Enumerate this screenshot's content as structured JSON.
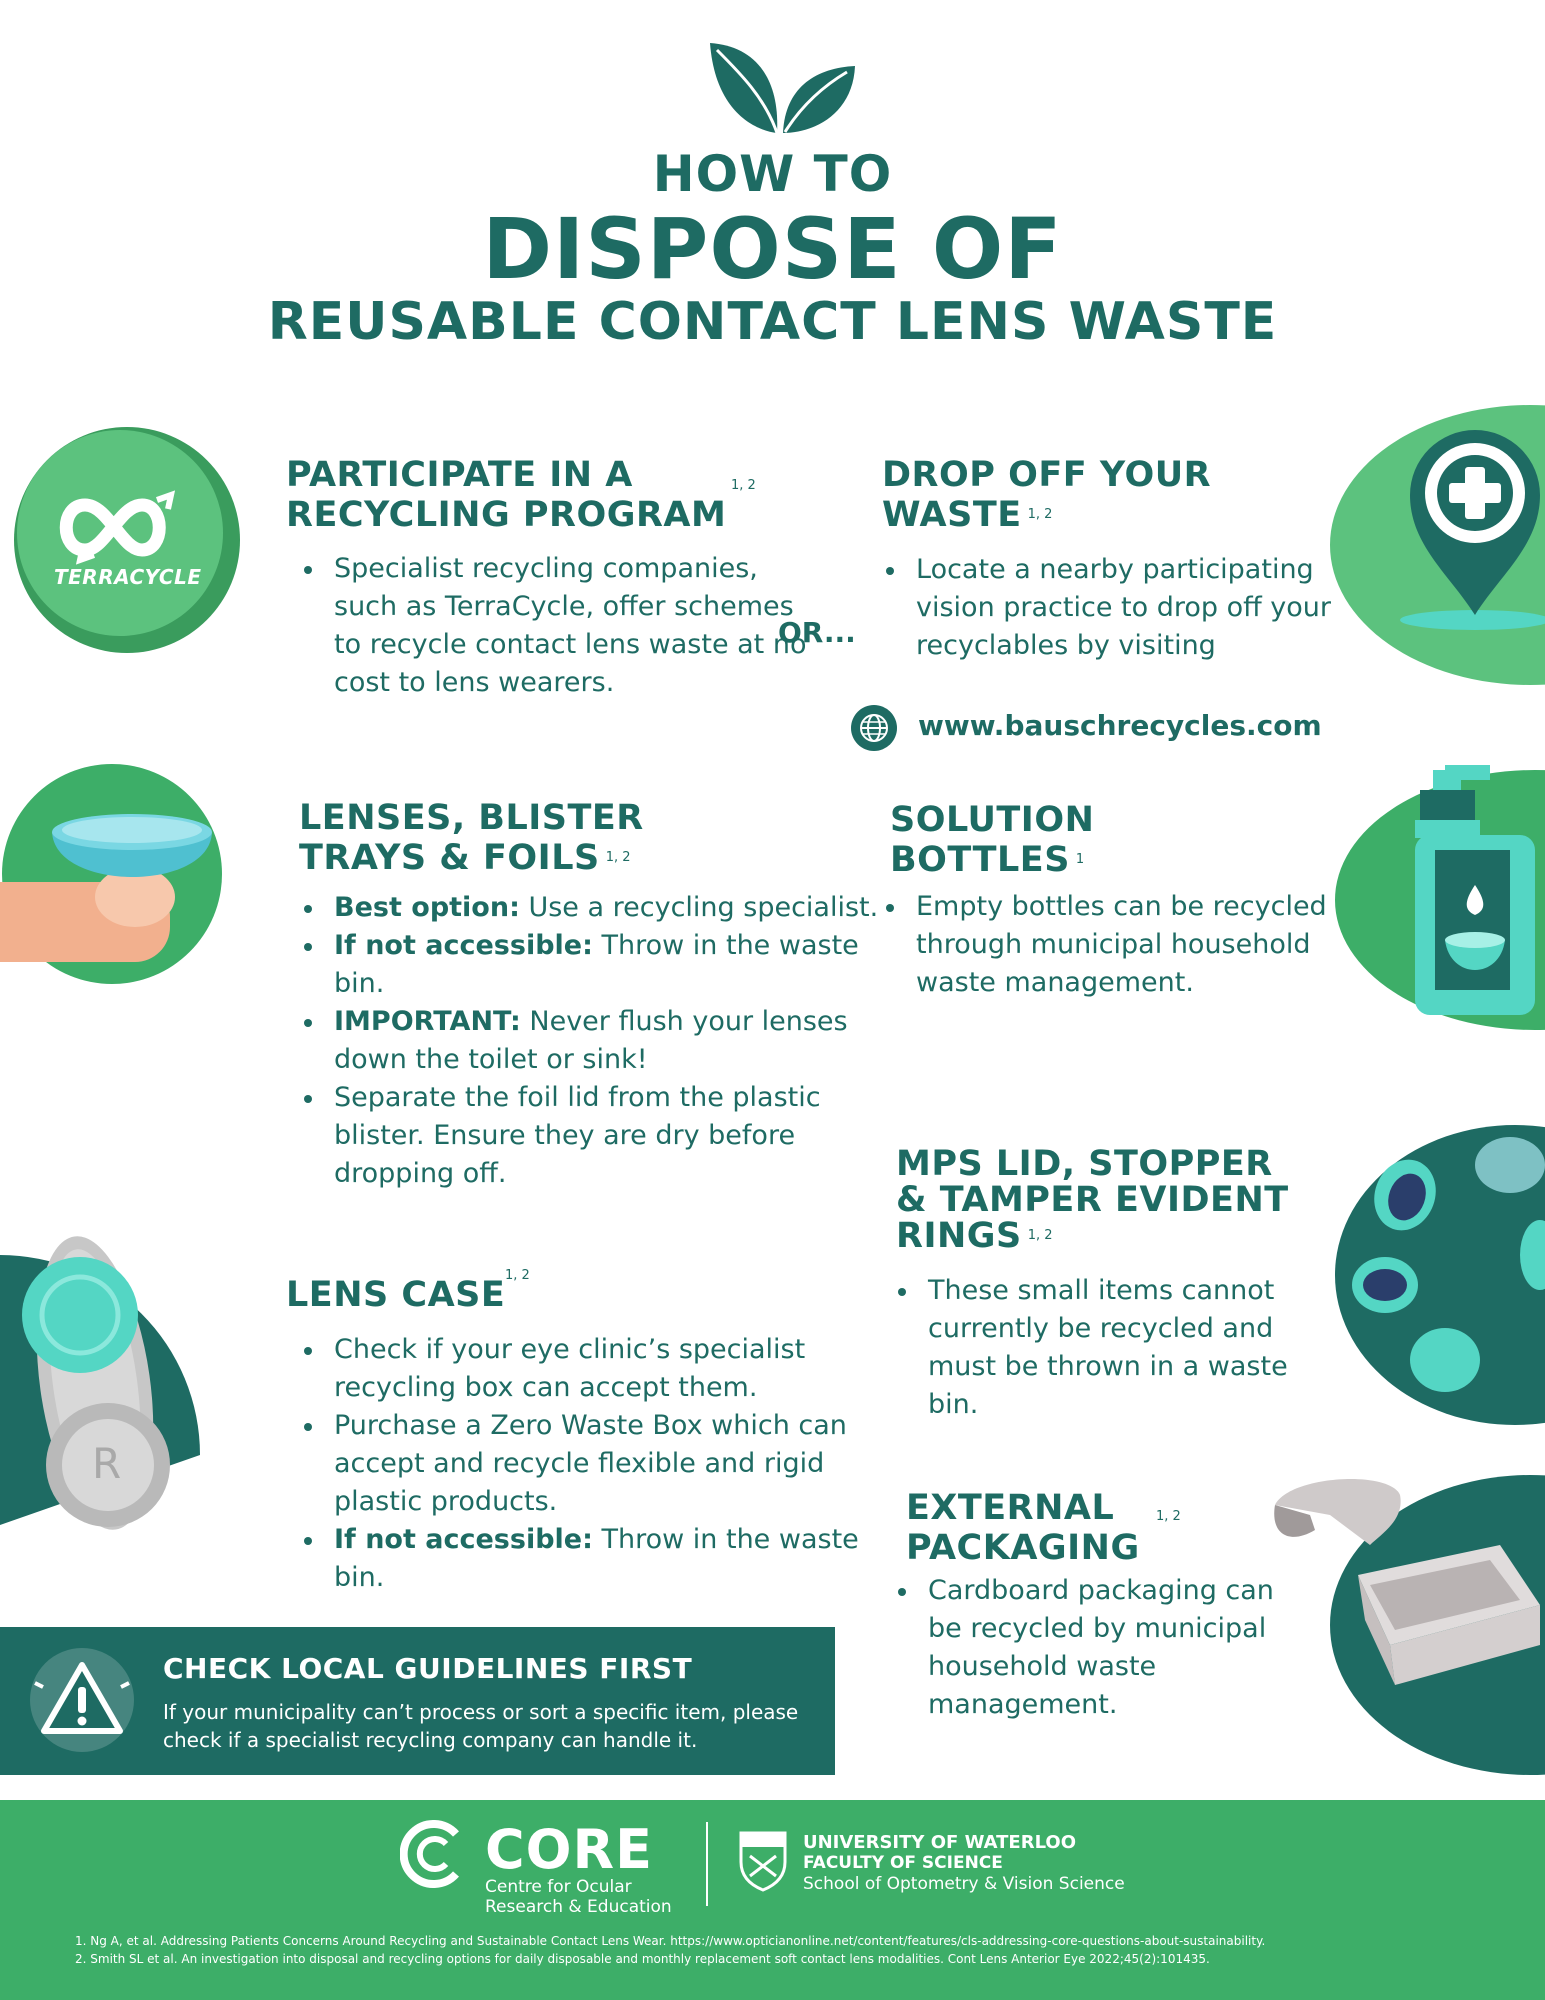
{
  "header": {
    "title_line1": "HOW TO",
    "title_line2": "DISPOSE OF",
    "title_line3": "REUSABLE CONTACT LENS WASTE"
  },
  "colors": {
    "dark_teal": "#1e6b63",
    "green": "#3dae68",
    "light_green": "#5cc27e",
    "aqua": "#54d6c4",
    "white": "#ffffff"
  },
  "recycling_program": {
    "logo_text": "TERRACYCLE",
    "heading_line1": "PARTICIPATE IN A",
    "heading_line2": "RECYCLING PROGRAM",
    "sup": "1, 2",
    "bullets": [
      "Specialist recycling companies, such as TerraCycle, offer schemes to recycle contact lens waste at no cost to lens wearers."
    ]
  },
  "or_text": "OR...",
  "drop_off": {
    "heading_line1": "DROP OFF YOUR",
    "heading_line2": "WASTE",
    "sup": "1, 2",
    "bullets": [
      "Locate a nearby participating vision practice to drop off your recyclables by visiting"
    ],
    "url": "www.bauschrecycles.com",
    "icon": "globe-icon"
  },
  "lenses": {
    "heading_line1": "LENSES, BLISTER",
    "heading_line2": "TRAYS & FOILS",
    "sup": "1, 2",
    "items": [
      {
        "bold": "Best option:",
        "text": " Use a recycling specialist."
      },
      {
        "bold": "If not accessible:",
        "text": " Throw in the waste bin."
      },
      {
        "bold": "IMPORTANT:",
        "text": " Never flush your lenses down the toilet or sink!"
      },
      {
        "bold": "",
        "text": "Separate the foil lid from the plastic blister. Ensure they are dry before dropping off."
      }
    ]
  },
  "solution": {
    "heading_line1": "SOLUTION",
    "heading_line2": "BOTTLES",
    "sup": "1",
    "bullets": [
      "Empty bottles can be recycled through municipal household waste management."
    ]
  },
  "mps": {
    "heading_line1": "MPS LID, STOPPER",
    "heading_line2": "& TAMPER EVIDENT",
    "heading_line3": "RINGS",
    "sup": "1, 2",
    "bullets": [
      "These small items cannot currently be recycled and must be thrown in a waste bin."
    ]
  },
  "lens_case": {
    "heading": "LENS CASE",
    "sup": "1, 2",
    "case_letter": "R",
    "items": [
      {
        "bold": "",
        "text": "Check if your eye clinic’s specialist recycling box can accept them."
      },
      {
        "bold": "",
        "text": "Purchase a Zero Waste Box which can accept and recycle flexible and rigid plastic products."
      },
      {
        "bold": "If not accessible:",
        "text": " Throw in the waste bin."
      }
    ]
  },
  "external": {
    "heading_line1": "EXTERNAL",
    "heading_line2": "PACKAGING",
    "sup": "1, 2",
    "bullets": [
      "Cardboard packaging can be recycled by municipal household waste management."
    ]
  },
  "banner": {
    "title": "CHECK LOCAL GUIDELINES FIRST",
    "text": "If your municipality can’t process or sort a specific item, please check if a specialist recycling company can handle it."
  },
  "footer": {
    "core_name": "CORE",
    "core_sub": "Centre for Ocular Research & Education",
    "uw_line1": "UNIVERSITY OF WATERLOO",
    "uw_line2": "FACULTY OF SCIENCE",
    "uw_line3": "School of Optometry & Vision Science",
    "ref1": "1. Ng A, et al. Addressing Patients Concerns Around Recycling and Sustainable Contact Lens Wear. https://www.opticianonline.net/content/features/cls-addressing-core-questions-about-sustainability.",
    "ref2": "2. Smith SL et al. An investigation into disposal and recycling options for daily disposable and monthly replacement soft contact lens modalities. Cont Lens Anterior Eye 2022;45(2):101435."
  }
}
